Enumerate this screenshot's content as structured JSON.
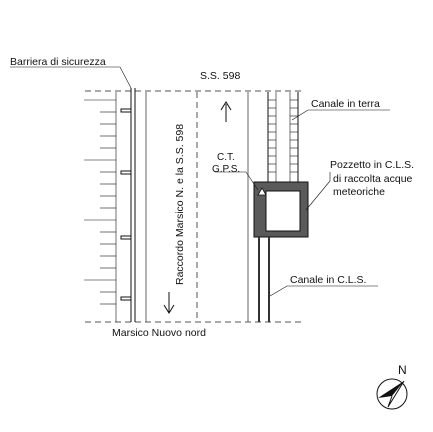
{
  "labels": {
    "barrier": "Barriera di sicurezza",
    "road_top": "S.S. 598",
    "canal_earth": "Canale in terra",
    "road_vertical": "Raccordo Marsico N. e la S.S. 598",
    "ct": "C.T.",
    "gps": "G.P.S.",
    "pozzetto_line1": "Pozzetto in C.L.S.",
    "pozzetto_line2": "di raccolta acque",
    "pozzetto_line3": "meteoriche",
    "canal_cls": "Canale in C.L.S.",
    "road_bottom": "Marsico Nuovo nord",
    "north": "N"
  },
  "colors": {
    "ink": "#111111",
    "pozzetto_fill": "#5a5a5a",
    "canal_fill": "#ffffff"
  }
}
